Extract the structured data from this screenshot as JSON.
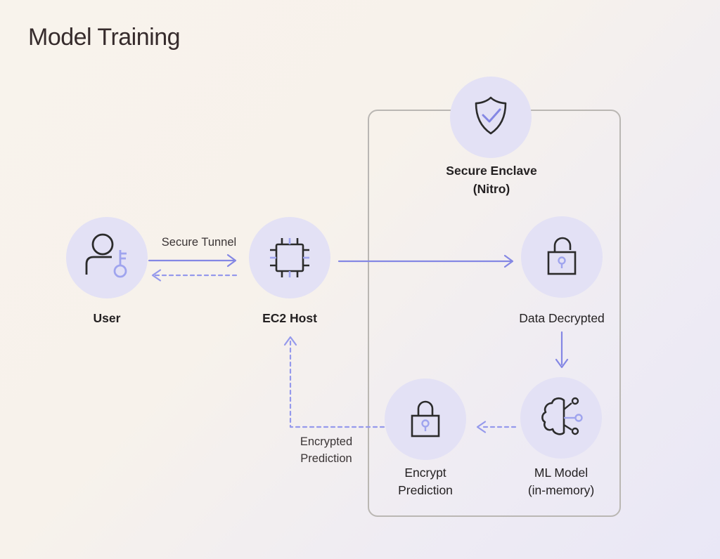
{
  "title": "Model Training",
  "colors": {
    "background_start": "#f8f3ec",
    "background_end": "#e9e7f6",
    "node_circle_fill": "#e3e1f5",
    "icon_outline": "#2b2b2b",
    "accent_purple": "#8487e4",
    "accent_purple_light": "#9fa4ee",
    "enclave_border": "#bab7b3",
    "title_color": "#362b2c",
    "label_color": "#242122"
  },
  "enclave": {
    "title_line1": "Secure Enclave",
    "title_line2": "(Nitro)",
    "icon": "shield-check-icon"
  },
  "nodes": {
    "user": {
      "label": "User",
      "icon": "user-key-icon"
    },
    "ec2": {
      "label": "EC2 Host",
      "icon": "chip-icon"
    },
    "data_decrypted": {
      "label": "Data Decrypted",
      "icon": "lock-open-icon"
    },
    "ml_model": {
      "label_line1": "ML Model",
      "label_line2": "(in-memory)",
      "icon": "brain-network-icon"
    },
    "encrypt_prediction": {
      "label_line1": "Encrypt",
      "label_line2": "Prediction",
      "icon": "lock-closed-icon"
    }
  },
  "edges": {
    "secure_tunnel": {
      "label": "Secure Tunnel",
      "style": "solid",
      "from": "User",
      "to": "EC2 Host"
    },
    "tunnel_return": {
      "style": "dashed",
      "from": "EC2 Host",
      "to": "User"
    },
    "ec2_to_enclave": {
      "style": "solid",
      "from": "EC2 Host",
      "to": "Data Decrypted"
    },
    "decrypted_to_model": {
      "style": "solid",
      "from": "Data Decrypted",
      "to": "ML Model"
    },
    "model_to_encrypt": {
      "style": "dashed",
      "from": "ML Model",
      "to": "Encrypt Prediction"
    },
    "encrypted_prediction": {
      "label_line1": "Encrypted",
      "label_line2": "Prediction",
      "style": "dashed",
      "from": "Encrypt Prediction",
      "to": "EC2 Host"
    }
  }
}
